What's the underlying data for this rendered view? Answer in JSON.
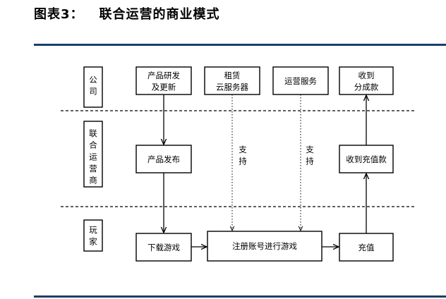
{
  "title": {
    "label": "图表3：",
    "text": "联合运营的商业模式"
  },
  "lanes": [
    {
      "id": "company",
      "label": "公\n司"
    },
    {
      "id": "operator",
      "label": "联\n合\n运\n营\n商"
    },
    {
      "id": "player",
      "label": "玩\n家"
    }
  ],
  "nodes": {
    "product_dev": "产品研发\n及更新",
    "rent_server": "租赁\n云服务器",
    "ops_service": "运营服务",
    "receive_share": "收到\n分成款",
    "product_release": "产品发布",
    "receive_recharge": "收到充值款",
    "download_game": "下载游戏",
    "register_play": "注册账号进行游戏",
    "recharge": "充值"
  },
  "support_labels": [
    "支\n持",
    "支\n持"
  ]
}
